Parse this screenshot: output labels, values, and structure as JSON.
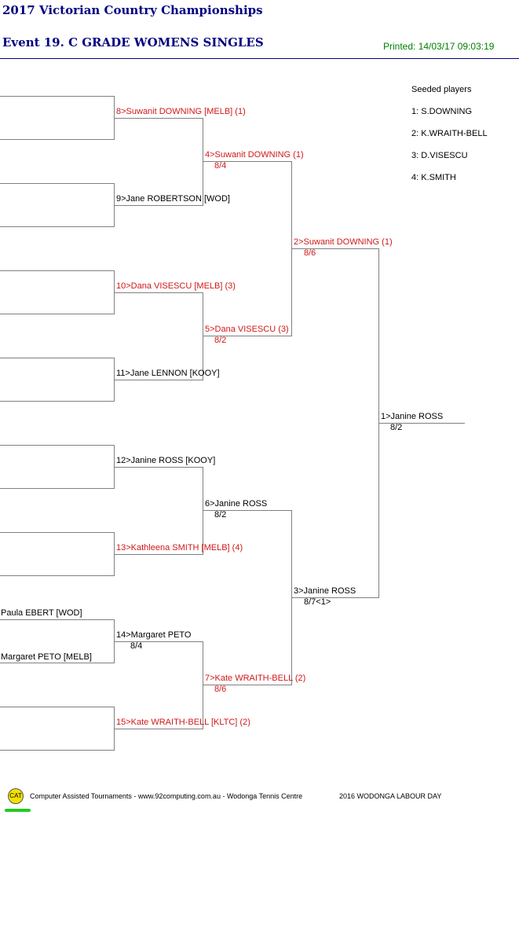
{
  "header": {
    "title": "2017 Victorian Country Championships",
    "event": "Event 19. C GRADE WOMENS SINGLES",
    "printed": "Printed: 14/03/17 09:03:19"
  },
  "seeds": {
    "heading": "Seeded players",
    "list": [
      "1: S.DOWNING",
      "2: K.WRAITH-BELL",
      "3: D.VISESCU",
      "4: K.SMITH"
    ]
  },
  "draw": {
    "r1_players": {
      "p14a": "Paula EBERT [WOD]",
      "p14b": "Margaret PETO [MELB]"
    },
    "r1": [
      {
        "label": "8>Suwanit DOWNING [MELB] (1)",
        "seeded": true
      },
      {
        "label": "9>Jane ROBERTSON [WOD]",
        "seeded": false
      },
      {
        "label": "10>Dana VISESCU [MELB] (3)",
        "seeded": true
      },
      {
        "label": "11>Jane LENNON [KOOY]",
        "seeded": false
      },
      {
        "label": "12>Janine ROSS [KOOY]",
        "seeded": false
      },
      {
        "label": "13>Kathleena SMITH [MELB] (4)",
        "seeded": true
      },
      {
        "label": "14>Margaret PETO",
        "seeded": false,
        "score": "8/4"
      },
      {
        "label": "15>Kate WRAITH-BELL [KLTC] (2)",
        "seeded": true
      }
    ],
    "qf": [
      {
        "label": "4>Suwanit DOWNING (1)",
        "score": "8/4",
        "seeded": true
      },
      {
        "label": "5>Dana VISESCU (3)",
        "score": "8/2",
        "seeded": true
      },
      {
        "label": "6>Janine ROSS",
        "score": "8/2",
        "seeded": false
      },
      {
        "label": "7>Kate WRAITH-BELL (2)",
        "score": "8/6",
        "seeded": true
      }
    ],
    "sf": [
      {
        "label": "2>Suwanit DOWNING (1)",
        "score": "8/6",
        "seeded": true
      },
      {
        "label": "3>Janine ROSS",
        "score": "8/7<1>",
        "seeded": false
      }
    ],
    "final": {
      "label": "1>Janine ROSS",
      "score": "8/2"
    }
  },
  "footer": {
    "logo": "CAT",
    "text": "Computer Assisted Tournaments - www.92computing.com.au -  Wodonga Tennis Centre",
    "event": "2016 WODONGA LABOUR DAY"
  },
  "colors": {
    "title": "#000080",
    "printed": "#008000",
    "seeded": "#d01818",
    "lines": "#808080"
  }
}
